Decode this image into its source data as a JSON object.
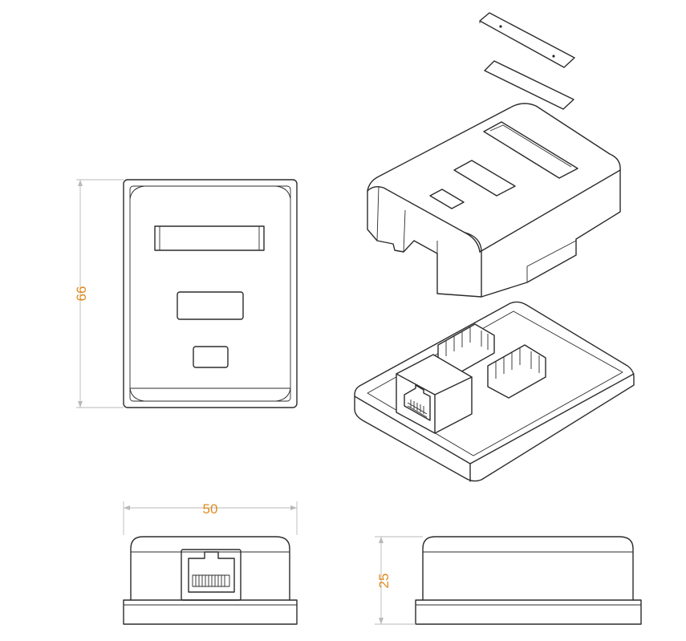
{
  "dimensions": {
    "height": {
      "value": "66"
    },
    "width": {
      "value": "50"
    },
    "depth": {
      "value": "25"
    }
  },
  "colors": {
    "dimension_text": "#e08a1e",
    "dimension_line": "#b9b9b9",
    "outline": "#2b2b2b"
  }
}
